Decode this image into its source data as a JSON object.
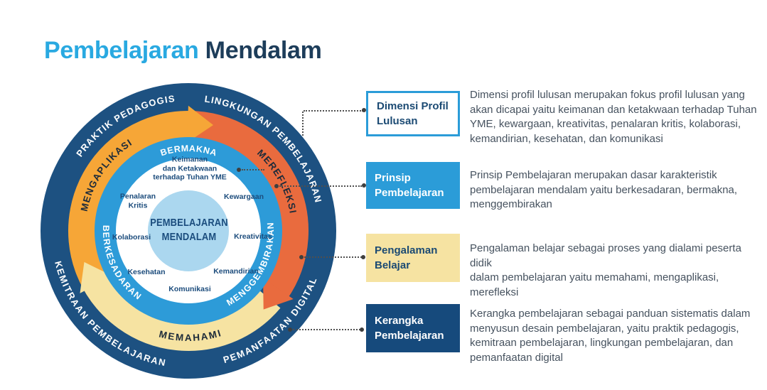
{
  "title": {
    "part1": "Pembelajaran",
    "part2": " Mendalam"
  },
  "colors": {
    "accent_light_blue": "#29a9e1",
    "navy_ring": "#1d5181",
    "blue_ring": "#2d9bd8",
    "orange_arc": "#f6a637",
    "red_orange_arc": "#e96b3e",
    "pale_yellow_arc": "#f6e3a2",
    "center_circle": "#abd7ef",
    "label_navy": "#1b4a73",
    "description_text": "#46525f"
  },
  "diagram": {
    "center_label": "PEMBELAJARAN\nMENDALAM",
    "outer_ring": [
      "PRAKTIK PEDAGOGIS",
      "LINGKUNGAN PEMBELAJARAN",
      "KEMITRAAN PEMBELAJARAN",
      "PEMANFAATAN DIGITAL"
    ],
    "experience_ring": [
      "MENGAPLIKASI",
      "MEREFLEKSI",
      "MEMAHAMI"
    ],
    "principle_ring": [
      "BERMAKNA",
      "BERKESADARAN",
      "MENGGEMBIRAKAN"
    ],
    "dimensions": {
      "keimanan": "Keimanan\ndan Ketakwaan\nterhadap Tuhan YME",
      "kewargaan": "Kewargaan",
      "penalaran_kritis": "Penalaran\nKritis",
      "kreativitas": "Kreativitas",
      "kolaborasi": "Kolaborasi",
      "kemandirian": "Kemandirian",
      "kesehatan": "Kesehatan",
      "komunikasi": "Komunikasi"
    }
  },
  "legend": [
    {
      "label": "Dimensi Profil\nLulusan",
      "description": "Dimensi profil lulusan merupakan fokus profil lulusan yang\nakan dicapai yaitu keimanan dan ketakwaan terhadap Tuhan\nYME, kewargaan, kreativitas, penalaran kritis, kolaborasi,\nkemandirian, kesehatan, dan komunikasi"
    },
    {
      "label": "Prinsip\nPembelajaran",
      "description": "Prinsip Pembelajaran merupakan dasar karakteristik\npembelajaran mendalam yaitu berkesadaran, bermakna,\nmenggembirakan"
    },
    {
      "label": "Pengalaman\nBelajar",
      "description": "Pengalaman belajar sebagai proses yang dialami peserta didik\ndalam pembelajaran yaitu memahami, mengaplikasi,\nmerefleksi"
    },
    {
      "label": "Kerangka\nPembelajaran",
      "description": "Kerangka pembelajaran sebagai panduan sistematis dalam\nmenyusun desain pembelajaran, yaitu praktik pedagogis,\nkemitraan pembelajaran, lingkungan pembelajaran, dan\npemanfaatan digital"
    }
  ]
}
